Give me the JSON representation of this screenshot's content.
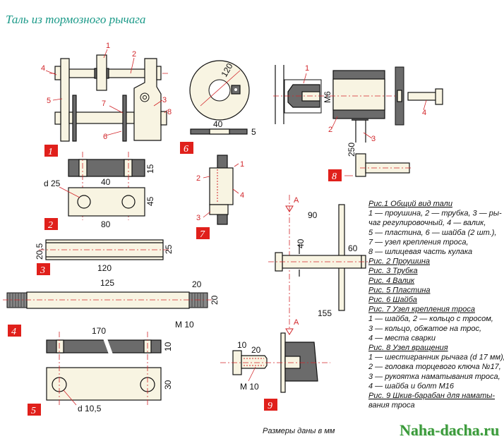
{
  "title": "Таль из тормозного рычага",
  "watermark": "Naha-dacha.ru",
  "note": "Размеры даны в мм",
  "colors": {
    "accent_red": "#e0201b",
    "title_teal": "#1a9988",
    "part_fill": "#f8f4e2",
    "dark_fill": "#6b6b6b"
  },
  "badges": [
    "1",
    "2",
    "3",
    "4",
    "5",
    "6",
    "7",
    "8",
    "9"
  ],
  "fig1": {
    "labels": [
      "1",
      "2",
      "3",
      "4",
      "5",
      "6",
      "7",
      "8"
    ]
  },
  "fig2": {
    "d": "d 25",
    "w_top": "40",
    "h_top": "15",
    "h": "45",
    "w": "80"
  },
  "fig3": {
    "d_in": "20,5",
    "d_out": "25",
    "len": "120"
  },
  "fig4": {
    "len": "125",
    "thread": "20",
    "dia": "20",
    "m": "M 10"
  },
  "fig5": {
    "len": "170",
    "t": "10",
    "w": "30",
    "d": "d 10,5"
  },
  "fig6": {
    "dia": "120",
    "w": "40",
    "t": "5"
  },
  "fig7": {
    "labels": [
      "1",
      "2",
      "3",
      "4"
    ]
  },
  "fig8": {
    "labels": [
      "1",
      "2",
      "3",
      "4"
    ],
    "m6": "М6",
    "len": "250"
  },
  "figA": {
    "section": "А",
    "d1": "90",
    "d2": "40",
    "d3": "60",
    "d4": "155"
  },
  "fig9": {
    "d1": "10",
    "d2": "20",
    "m": "M 10"
  },
  "legend": [
    {
      "t": "Рис.1 Общий вид тали",
      "u": true
    },
    {
      "t": "1 — проушина, 2 — трубка, 3 — ры-",
      "u": false
    },
    {
      "t": "чаг регулировочный, 4 — валик,",
      "u": false
    },
    {
      "t": "5 — пластина, 6 — шайба (2 шт.),",
      "u": false
    },
    {
      "t": "7 — узел крепления троса,",
      "u": false
    },
    {
      "t": "8 — шлицевая часть кулака",
      "u": false
    },
    {
      "t": "Рис. 2 Проушина",
      "u": true
    },
    {
      "t": "Рис. 3 Трубка",
      "u": true
    },
    {
      "t": "Рис. 4 Валик",
      "u": true
    },
    {
      "t": "Рис. 5 Пластина",
      "u": true
    },
    {
      "t": "Рис. 6 Шайба",
      "u": true
    },
    {
      "t": "Рис. 7 Узел крепления троса",
      "u": true
    },
    {
      "t": "1 — шайба, 2 — кольцо с тросом,",
      "u": false
    },
    {
      "t": "3 — кольцо, обжатое на трос,",
      "u": false
    },
    {
      "t": "4 — места сварки",
      "u": false
    },
    {
      "t": "Рис. 8 Узел вращения",
      "u": true
    },
    {
      "t": "1 — шестигранник рычага (d 17 мм),",
      "u": false
    },
    {
      "t": "2 — головка торцевого ключа №17,",
      "u": false
    },
    {
      "t": "3 — рукоятка наматывания троса,",
      "u": false
    },
    {
      "t": "4 — шайба и болт М16",
      "u": false
    },
    {
      "t": "Рис. 9 Шкив-барабан для наматы-",
      "u": true
    },
    {
      "t": "вания троса",
      "u": false
    }
  ]
}
